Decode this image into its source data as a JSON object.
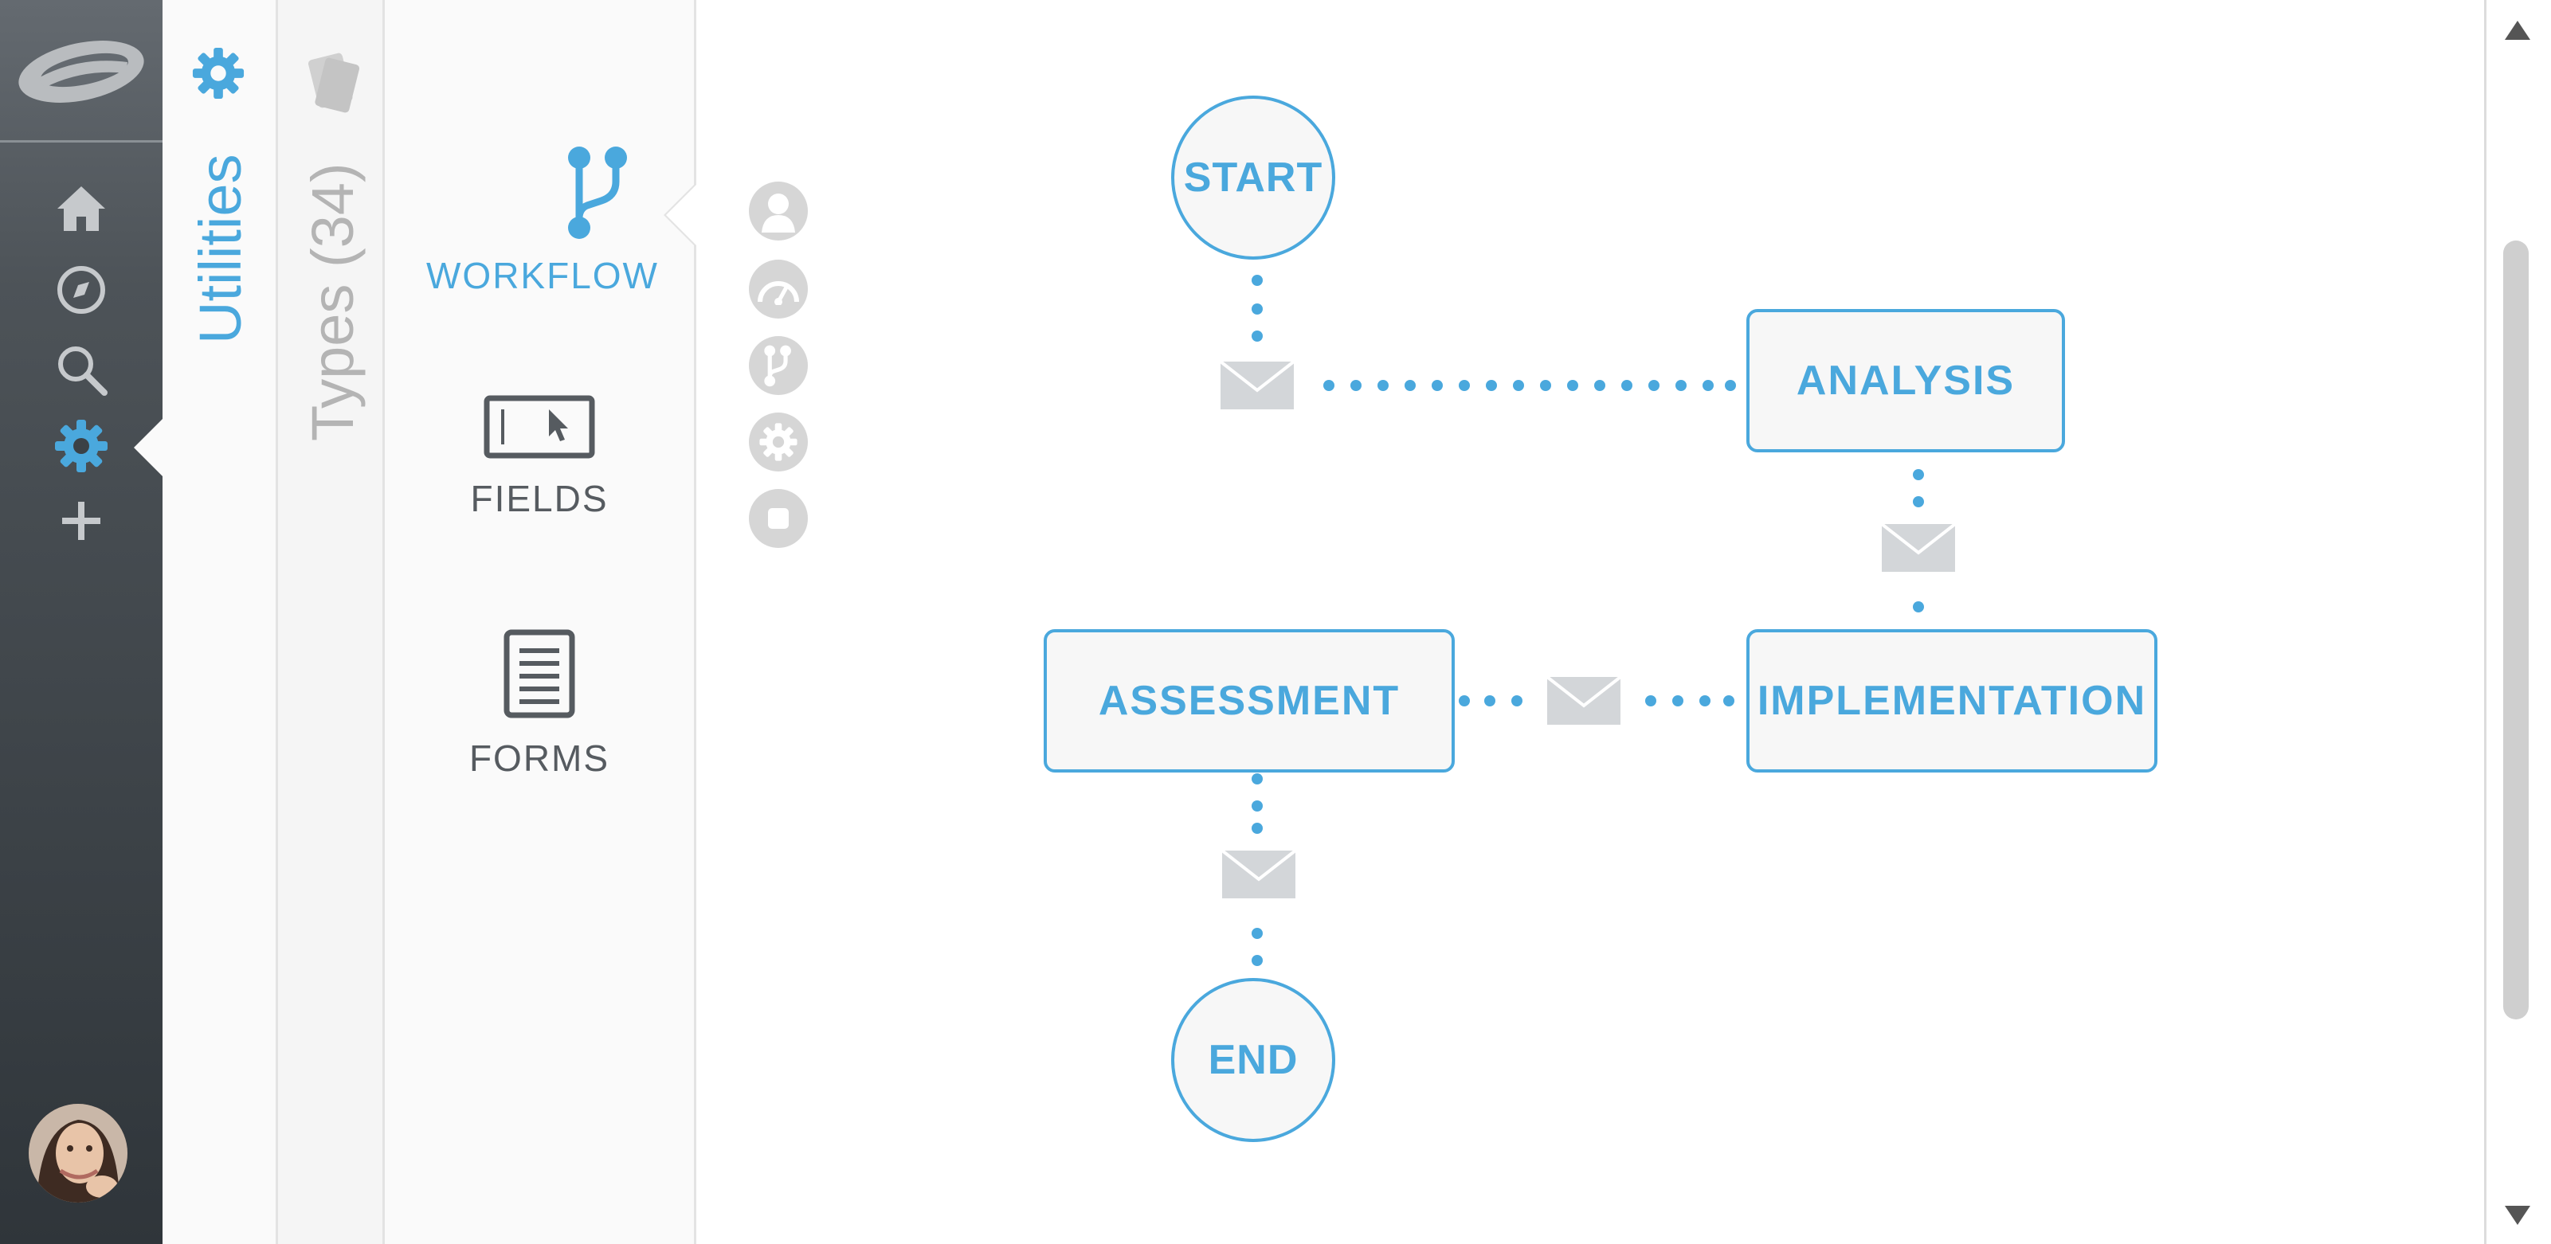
{
  "sidebar": {
    "logo_letter": "e",
    "icons": [
      "home-icon",
      "compass-icon",
      "search-icon",
      "gear-icon",
      "plus-icon"
    ],
    "active": "gear-icon"
  },
  "utilities": {
    "label": "Utilities"
  },
  "types": {
    "label": "Types  (34)"
  },
  "menu": {
    "items": [
      {
        "label": "WORKFLOW",
        "active": true
      },
      {
        "label": "FIELDS",
        "active": false
      },
      {
        "label": "FORMS",
        "active": false
      }
    ]
  },
  "tools": [
    "user-icon",
    "gauge-icon",
    "workflow-icon",
    "gear-icon",
    "stop-icon"
  ],
  "workflow": {
    "nodes": {
      "start": "START",
      "analysis": "ANALYSIS",
      "implementation": "IMPLEMENTATION",
      "assessment": "ASSESSMENT",
      "end": "END"
    }
  },
  "colors": {
    "accent": "#4aa8dd",
    "nav_dark": "#2f353a",
    "icon_gray": "#d6d6d6"
  }
}
